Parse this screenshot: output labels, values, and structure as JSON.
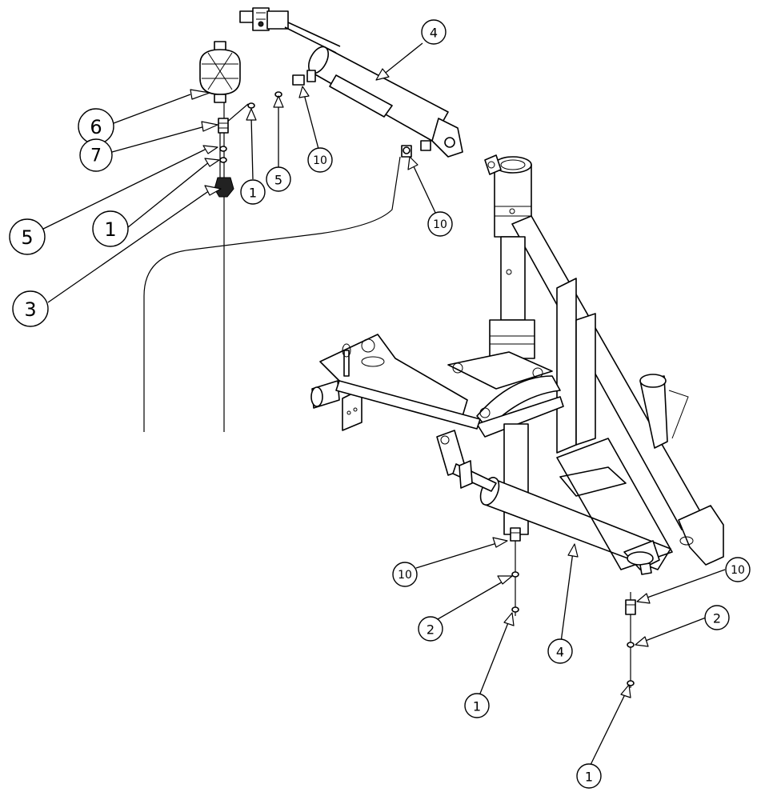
{
  "callouts": {
    "c6": "6",
    "c7": "7",
    "c5_left": "5",
    "c1_left": "1",
    "c3": "3",
    "c1_top": "1",
    "c5_top": "5",
    "c10_top": "10",
    "c4_top": "4",
    "c10_mid": "10",
    "c10_bottom_left": "10",
    "c2_bottom_left": "2",
    "c1_bottom_left": "1",
    "c4_bottom": "4",
    "c10_bottom_right": "10",
    "c2_bottom_right": "2",
    "c1_bottom_right": "1"
  },
  "colors": {
    "line": "#000000",
    "background": "#ffffff"
  }
}
